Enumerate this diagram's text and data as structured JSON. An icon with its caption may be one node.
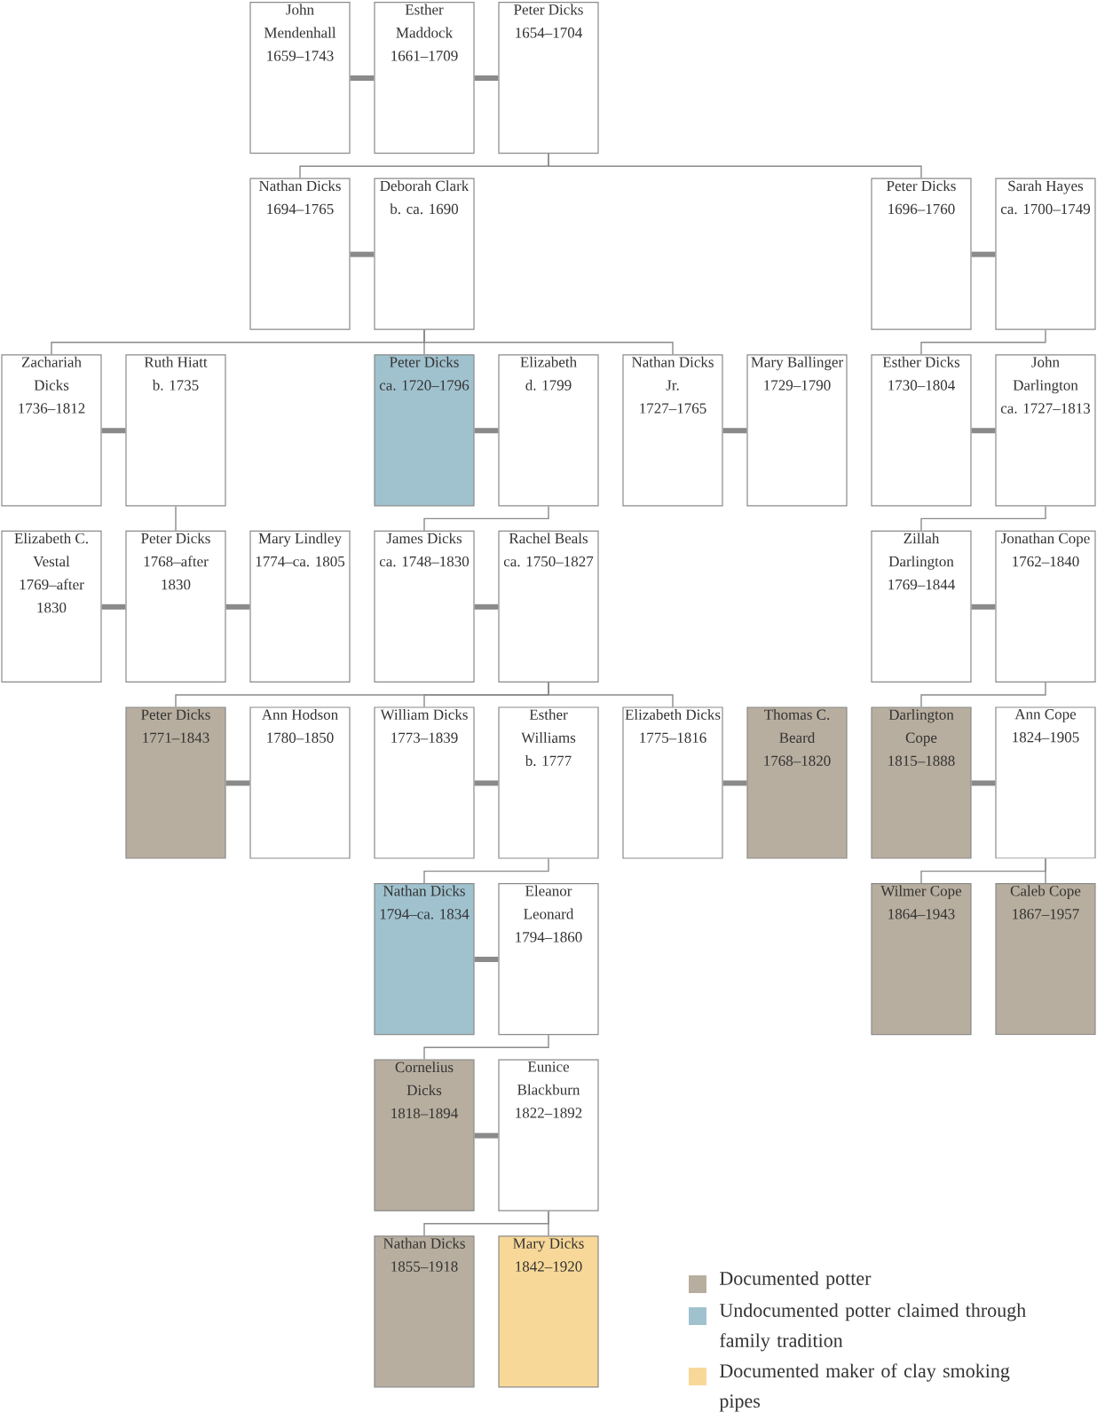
{
  "diagram": {
    "nodes": [
      {
        "text": [
          "John Mendenhall",
          "1659–1743"
        ]
      },
      {
        "text": [
          "Esther Maddock",
          "1661–1709"
        ]
      },
      {
        "text": [
          "Peter Dicks",
          "1654–1704"
        ]
      },
      {
        "text": [
          "Nathan Dicks",
          "1694–1765"
        ]
      },
      {
        "text": [
          "Deborah Clark",
          "b. ca. 1690"
        ]
      },
      {
        "text": [
          "Peter Dicks",
          "1696–1760"
        ]
      },
      {
        "text": [
          "Sarah Hayes",
          "ca. 1700–1749"
        ]
      },
      {
        "text": [
          "Zachariah Dicks",
          "1736–1812"
        ]
      },
      {
        "text": [
          "Ruth Hiatt",
          "b. 1735"
        ]
      },
      {
        "text": [
          "Peter Dicks",
          "ca. 1720–1796"
        ]
      },
      {
        "text": [
          "Elizabeth",
          "d. 1799"
        ]
      },
      {
        "text": [
          "Nathan Dicks Jr.",
          "1727–1765"
        ]
      },
      {
        "text": [
          "Mary Ballinger",
          "1729–1790"
        ]
      },
      {
        "text": [
          "Esther Dicks",
          "1730–1804"
        ]
      },
      {
        "text": [
          "John Darlington",
          "ca. 1727–1813"
        ]
      },
      {
        "text": [
          "Elizabeth C. Vestal",
          "1769–after 1830"
        ]
      },
      {
        "text": [
          "Peter Dicks",
          "1768–after 1830"
        ]
      },
      {
        "text": [
          "Mary Lindley",
          "1774–ca. 1805"
        ]
      },
      {
        "text": [
          "James Dicks",
          "ca. 1748–1830"
        ]
      },
      {
        "text": [
          "Rachel Beals",
          "ca. 1750–1827"
        ]
      },
      {
        "text": [
          "Zillah Darlington",
          "1769–1844"
        ]
      },
      {
        "text": [
          "Jonathan Cope",
          "1762–1840"
        ]
      },
      {
        "text": [
          "Peter Dicks",
          "1771–1843"
        ]
      },
      {
        "text": [
          "Ann Hodson",
          "1780–1850"
        ]
      },
      {
        "text": [
          "William Dicks",
          "1773–1839"
        ]
      },
      {
        "text": [
          "Esther Williams",
          "b. 1777"
        ]
      },
      {
        "text": [
          "Elizabeth Dicks",
          "1775–1816"
        ]
      },
      {
        "text": [
          "Thomas C. Beard",
          "1768–1820"
        ]
      },
      {
        "text": [
          "Darlington Cope",
          "1815–1888"
        ]
      },
      {
        "text": [
          "Ann Cope",
          "1824–1905"
        ]
      },
      {
        "text": [
          "Nathan Dicks",
          "1794–ca. 1834"
        ]
      },
      {
        "text": [
          "Eleanor Leonard",
          "1794–1860"
        ]
      },
      {
        "text": [
          "Wilmer Cope",
          "1864–1943"
        ]
      },
      {
        "text": [
          "Caleb Cope",
          "1867–1957"
        ]
      },
      {
        "text": [
          "Cornelius Dicks",
          "1818–1894"
        ]
      },
      {
        "text": [
          "Eunice Blackburn",
          "1822–1892"
        ]
      },
      {
        "text": [
          "Nathan Dicks",
          "1855–1918"
        ]
      },
      {
        "text": [
          "Mary Dicks",
          "1842–1920"
        ]
      }
    ],
    "edges": [
      {
        "from": 0,
        "to": 1,
        "arrow": "none",
        "style": "thick"
      },
      {
        "from": 1,
        "to": 2,
        "arrow": "none",
        "style": "thick"
      },
      {
        "from": 2,
        "to": 3,
        "arrow": "none"
      },
      {
        "from": 2,
        "to": 5,
        "arrow": "none"
      },
      {
        "from": 3,
        "to": 4,
        "arrow": "none",
        "style": "thick"
      },
      {
        "from": 5,
        "to": 6,
        "arrow": "none",
        "style": "thick"
      },
      {
        "from": 4,
        "to": 7,
        "arrow": "none"
      },
      {
        "from": 4,
        "to": 9,
        "arrow": "none"
      },
      {
        "from": 4,
        "to": 11,
        "arrow": "none"
      },
      {
        "from": 6,
        "to": 13,
        "arrow": "none"
      },
      {
        "from": 7,
        "to": 8,
        "arrow": "none",
        "style": "thick"
      },
      {
        "from": 9,
        "to": 10,
        "arrow": "none",
        "style": "thick"
      },
      {
        "from": 11,
        "to": 12,
        "arrow": "none",
        "style": "thick"
      },
      {
        "from": 13,
        "to": 14,
        "arrow": "none",
        "style": "thick"
      },
      {
        "from": 8,
        "to": 16,
        "arrow": "none"
      },
      {
        "from": 10,
        "to": 18,
        "arrow": "none"
      },
      {
        "from": 14,
        "to": 20,
        "arrow": "none"
      },
      {
        "from": 15,
        "to": 16,
        "arrow": "none",
        "style": "thick"
      },
      {
        "from": 16,
        "to": 17,
        "arrow": "none",
        "style": "thick"
      },
      {
        "from": 18,
        "to": 19,
        "arrow": "none",
        "style": "thick"
      },
      {
        "from": 20,
        "to": 21,
        "arrow": "none",
        "style": "thick"
      },
      {
        "from": 19,
        "to": 22,
        "arrow": "none"
      },
      {
        "from": 19,
        "to": 24,
        "arrow": "none"
      },
      {
        "from": 19,
        "to": 26,
        "arrow": "none"
      },
      {
        "from": 21,
        "to": 28,
        "arrow": "none"
      },
      {
        "from": 22,
        "to": 23,
        "arrow": "none",
        "style": "thick"
      },
      {
        "from": 24,
        "to": 25,
        "arrow": "none",
        "style": "thick"
      },
      {
        "from": 26,
        "to": 27,
        "arrow": "none",
        "style": "thick"
      },
      {
        "from": 28,
        "to": 29,
        "arrow": "none",
        "style": "thick"
      },
      {
        "from": 25,
        "to": 30,
        "arrow": "none"
      },
      {
        "from": 29,
        "to": 32,
        "arrow": "none"
      },
      {
        "from": 29,
        "to": 33,
        "arrow": "none"
      },
      {
        "from": 30,
        "to": 31,
        "arrow": "none",
        "style": "thick"
      },
      {
        "from": 31,
        "to": 34,
        "arrow": "none"
      },
      {
        "from": 34,
        "to": 35,
        "arrow": "none",
        "style": "thick"
      },
      {
        "from": 35,
        "to": 36,
        "arrow": "none"
      },
      {
        "from": 35,
        "to": 37,
        "arrow": "none"
      }
    ],
    "legend": [
      {
        "text": "Documented potter",
        "color": "#b8ae9f"
      },
      {
        "text": "Undocumented potter claimed through family tradition",
        "color": "#a0c2cf"
      },
      {
        "text": "Documented maker of clay smoking pipes",
        "color": "#f8d898"
      }
    ]
  }
}
